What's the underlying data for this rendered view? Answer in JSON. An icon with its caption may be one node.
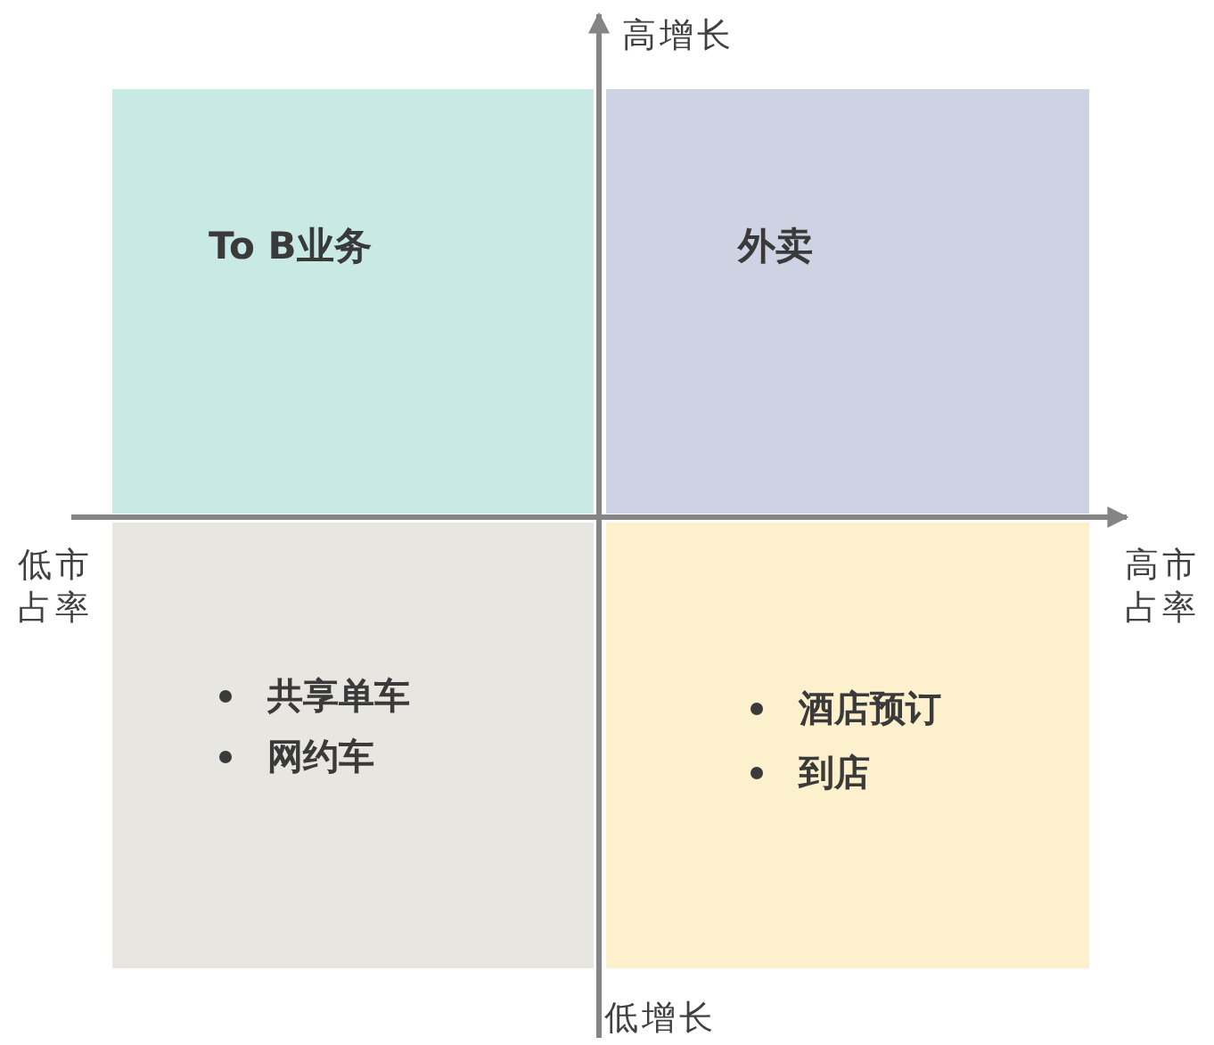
{
  "diagram": {
    "nodes": [
      {
        "text": [
          "To B业务"
        ]
      },
      {
        "text": [
          "外卖"
        ]
      },
      {
        "text": [
          "共享单车",
          "网约车"
        ]
      },
      {
        "text": [
          "酒店预订",
          "到店"
        ]
      }
    ],
    "labels": [
      "高增长",
      "低市占率",
      "高市占率",
      "低增长"
    ]
  }
}
